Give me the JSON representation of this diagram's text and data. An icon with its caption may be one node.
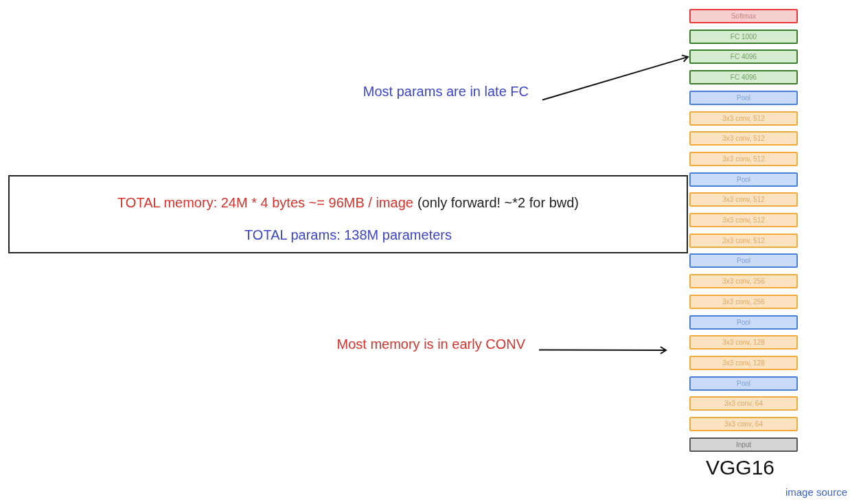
{
  "diagram": {
    "nodes": [
      {
        "text": [
          "Softmax"
        ]
      },
      {
        "text": [
          "FC 1000"
        ]
      },
      {
        "text": [
          "FC 4096"
        ]
      },
      {
        "text": [
          "FC 4096"
        ]
      },
      {
        "text": [
          "Pool"
        ]
      },
      {
        "text": [
          "3x3 conv, 512"
        ]
      },
      {
        "text": [
          "3x3 conv, 512"
        ]
      },
      {
        "text": [
          "3x3 conv, 512"
        ]
      },
      {
        "text": [
          "Pool"
        ]
      },
      {
        "text": [
          "3x3 conv, 512"
        ]
      },
      {
        "text": [
          "3x3 conv, 512"
        ]
      },
      {
        "text": [
          "3x3 conv, 512"
        ]
      },
      {
        "text": [
          "Pool"
        ]
      },
      {
        "text": [
          "3x3 conv, 256"
        ]
      },
      {
        "text": [
          "3x3 conv, 256"
        ]
      },
      {
        "text": [
          "Pool"
        ]
      },
      {
        "text": [
          "3x3 conv, 128"
        ]
      },
      {
        "text": [
          "3x3 conv, 128"
        ]
      },
      {
        "text": [
          "Pool"
        ]
      },
      {
        "text": [
          "3x3 conv, 64"
        ]
      },
      {
        "text": [
          "3x3 conv, 64"
        ]
      },
      {
        "text": [
          "Input"
        ]
      },
      {
        "text": [
          "Most params are in late FC"
        ]
      },
      {
        "text": [
          "Most memory is in early CONV"
        ]
      },
      {
        "text": [
          "TOTAL memory: 24M * 4 bytes ~= 96MB / image",
          "(only forward! ~*2 for bwd)",
          "TOTAL params: 138M parameters"
        ]
      }
    ],
    "edges": [
      {
        "from": 22,
        "to": 2,
        "arrow": "to"
      },
      {
        "from": 23,
        "to": null,
        "arrow": "to"
      }
    ],
    "labels": [
      "VGG16",
      "image source"
    ]
  }
}
